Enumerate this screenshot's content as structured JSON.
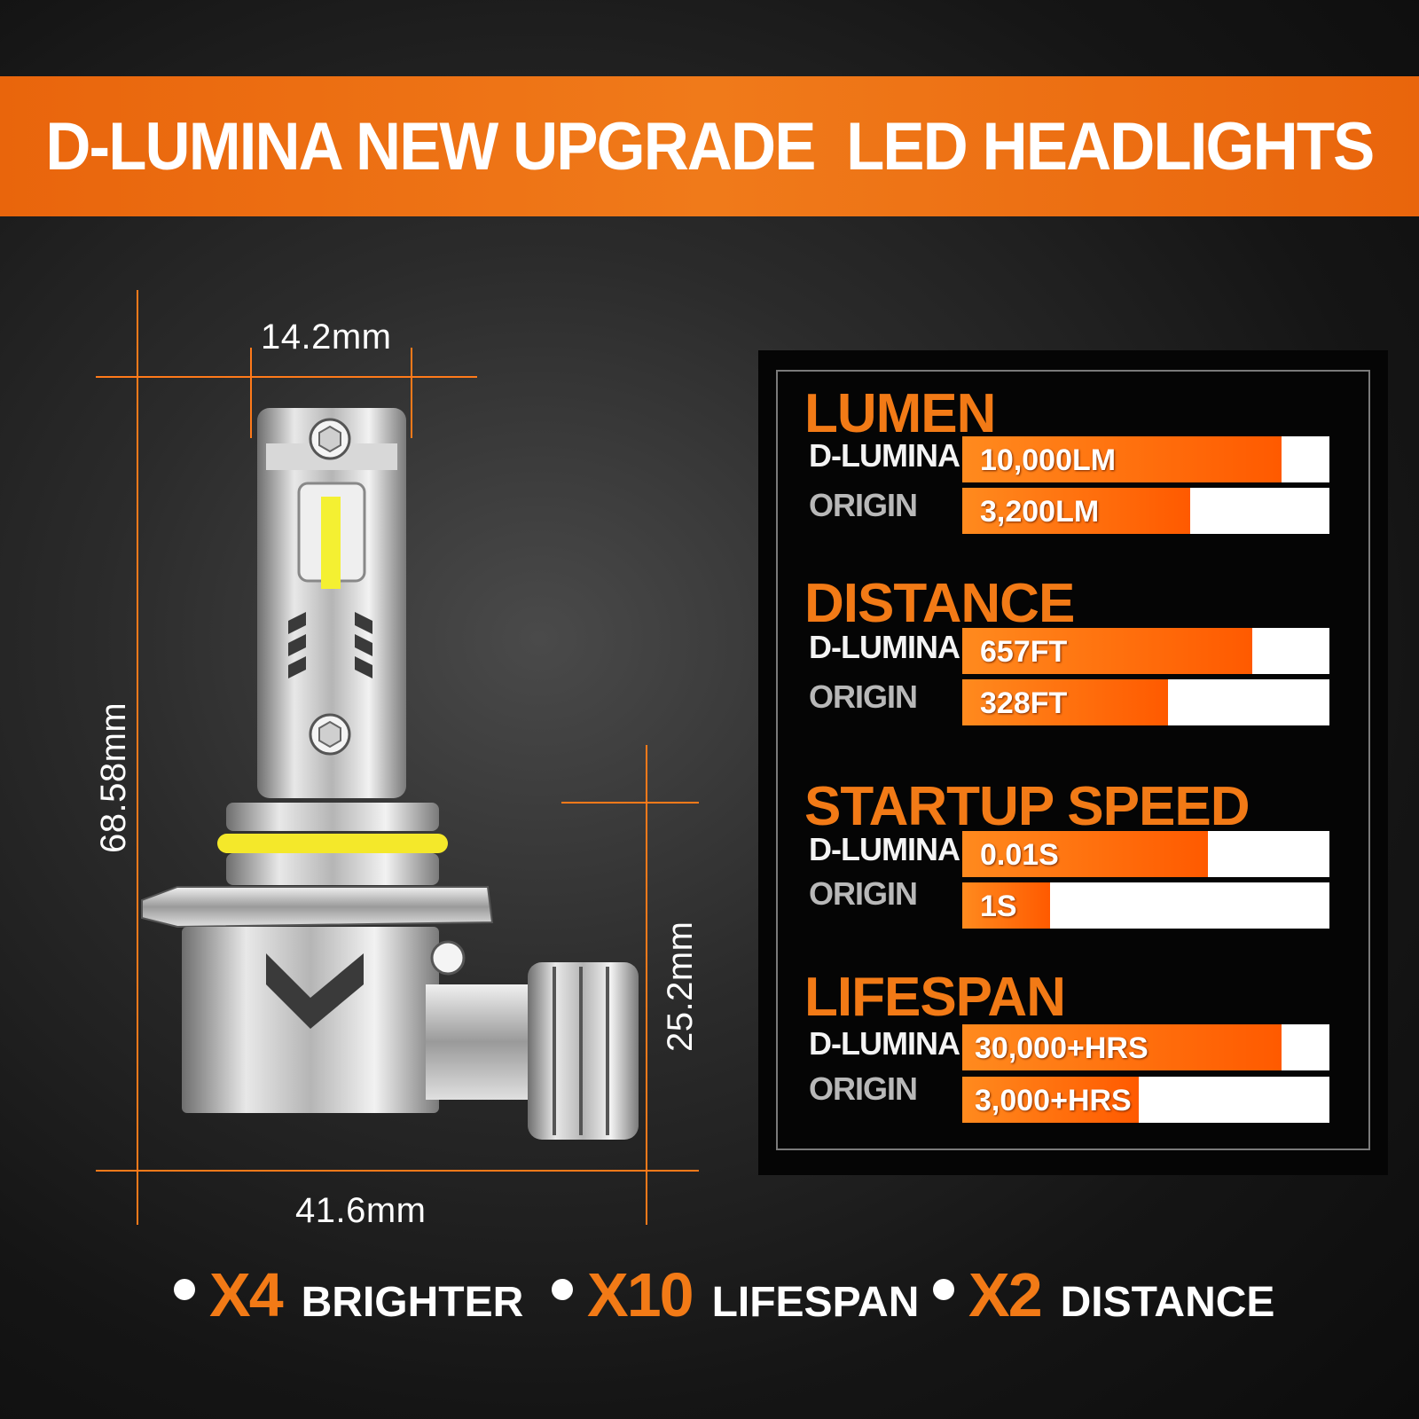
{
  "banner": {
    "title": "D-LUMINA NEW UPGRADE  LED HEADLIGHTS"
  },
  "dimensions": {
    "top_width": "14.2mm",
    "height": "68.58mm",
    "base_height": "25.2mm",
    "base_width": "41.6mm"
  },
  "colors": {
    "accent": "#f27a16",
    "bar_fill": "#ff5a00",
    "bar_bg": "#ffffff"
  },
  "comparison": [
    {
      "title": "LUMEN",
      "rows": [
        {
          "label": "D-LUMINA",
          "value": "10,000LM",
          "fill": 0.87
        },
        {
          "label": "ORIGIN",
          "value": "3,200LM",
          "fill": 0.62
        }
      ]
    },
    {
      "title": "DISTANCE",
      "rows": [
        {
          "label": "D-LUMINA",
          "value": "657FT",
          "fill": 0.79
        },
        {
          "label": "ORIGIN",
          "value": "328FT",
          "fill": 0.56
        }
      ]
    },
    {
      "title": "STARTUP SPEED",
      "rows": [
        {
          "label": "D-LUMINA",
          "value": "0.01S",
          "fill": 0.67
        },
        {
          "label": "ORIGIN",
          "value": "1S",
          "fill": 0.24
        }
      ]
    },
    {
      "title": "LIFESPAN",
      "rows": [
        {
          "label": "D-LUMINA",
          "value": "30,000+HRS",
          "fill": 0.87
        },
        {
          "label": "ORIGIN",
          "value": "3,000+HRS",
          "fill": 0.48
        }
      ]
    }
  ],
  "features": [
    {
      "multiplier": "X4",
      "label": "BRIGHTER"
    },
    {
      "multiplier": "X10",
      "label": "LIFESPAN"
    },
    {
      "multiplier": "X2",
      "label": "DISTANCE"
    }
  ]
}
